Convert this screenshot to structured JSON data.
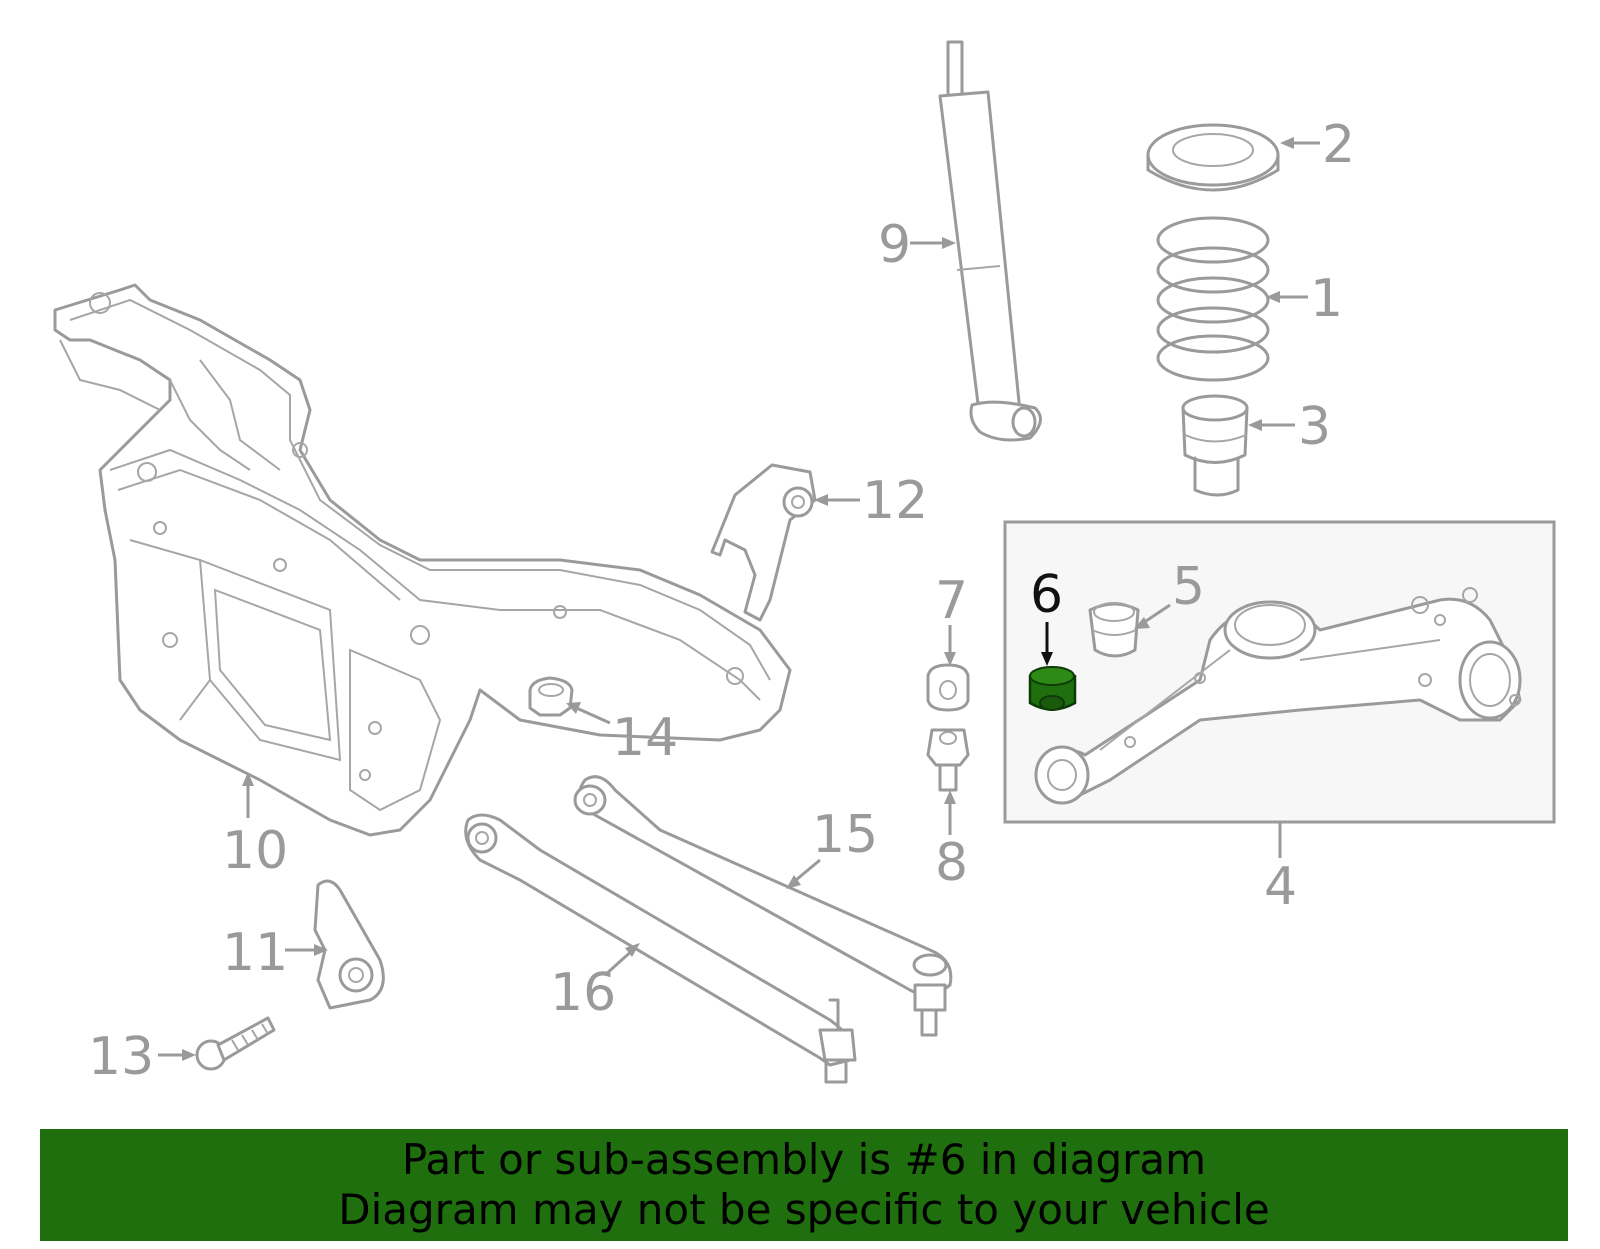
{
  "callouts": {
    "c1": "1",
    "c2": "2",
    "c3": "3",
    "c4": "4",
    "c5": "5",
    "c6": "6",
    "c7": "7",
    "c8": "8",
    "c9": "9",
    "c10": "10",
    "c11": "11",
    "c12": "12",
    "c13": "13",
    "c14": "14",
    "c15": "15",
    "c16": "16"
  },
  "highlighted_part": "6",
  "colors": {
    "line": "#9a9a9a",
    "highlight_part": "#1f6f0f",
    "highlight_text": "#111111",
    "banner_background": "#1f6f0f",
    "inset_background": "#f7f7f7"
  },
  "banner": {
    "line1": "Part or sub-assembly is #6 in diagram",
    "line2": "Diagram may not be specific to your vehicle"
  }
}
